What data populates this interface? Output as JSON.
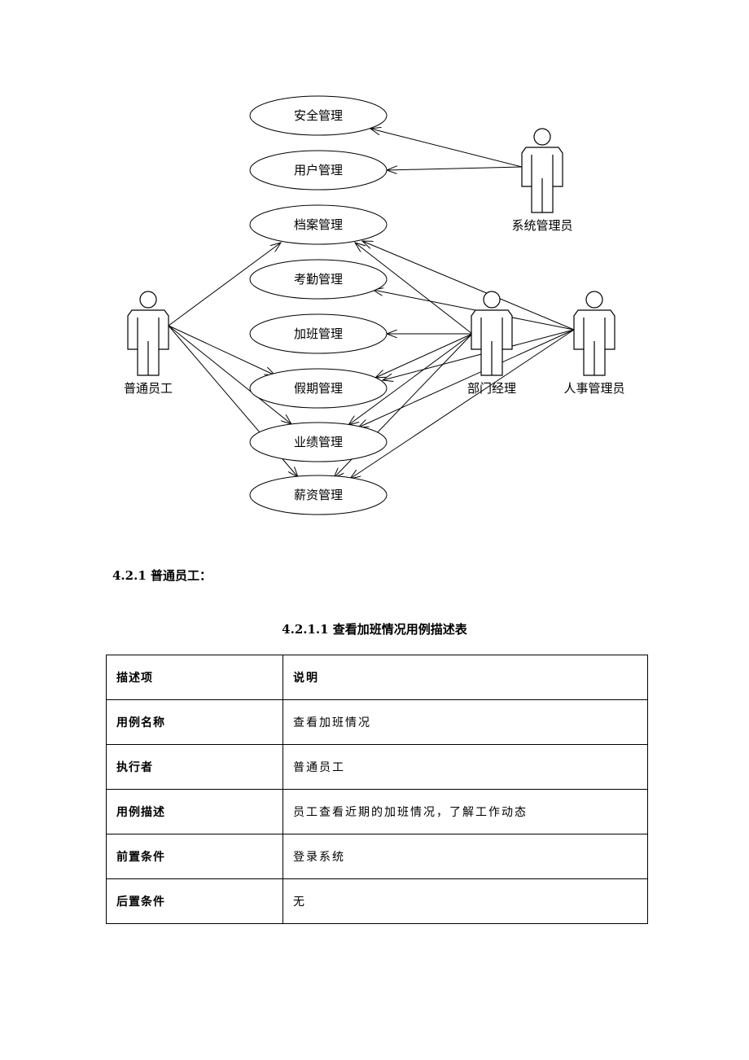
{
  "diagram": {
    "usecases": [
      {
        "id": "security",
        "label": "安全管理"
      },
      {
        "id": "user",
        "label": "用户管理"
      },
      {
        "id": "archive",
        "label": "档案管理"
      },
      {
        "id": "attendance",
        "label": "考勤管理"
      },
      {
        "id": "overtime",
        "label": "加班管理"
      },
      {
        "id": "leave",
        "label": "假期管理"
      },
      {
        "id": "performance",
        "label": "业绩管理"
      },
      {
        "id": "salary",
        "label": "薪资管理"
      }
    ],
    "actors": [
      {
        "id": "sysadmin",
        "label": "系统管理员"
      },
      {
        "id": "employee",
        "label": "普通员工"
      },
      {
        "id": "manager",
        "label": "部门经理"
      },
      {
        "id": "hr",
        "label": "人事管理员"
      }
    ],
    "associations": [
      [
        "sysadmin",
        "security"
      ],
      [
        "sysadmin",
        "user"
      ],
      [
        "employee",
        "archive"
      ],
      [
        "employee",
        "leave"
      ],
      [
        "employee",
        "performance"
      ],
      [
        "employee",
        "salary"
      ],
      [
        "manager",
        "archive"
      ],
      [
        "manager",
        "overtime"
      ],
      [
        "manager",
        "leave"
      ],
      [
        "manager",
        "performance"
      ],
      [
        "manager",
        "salary"
      ],
      [
        "hr",
        "archive"
      ],
      [
        "hr",
        "attendance"
      ],
      [
        "hr",
        "leave"
      ],
      [
        "hr",
        "performance"
      ],
      [
        "hr",
        "salary"
      ]
    ]
  },
  "section_heading": "4.2.1 普通员工：",
  "table_caption": "4.2.1.1 查看加班情况用例描述表",
  "table": {
    "rows": [
      {
        "key": "描述项",
        "value": "说明"
      },
      {
        "key": "用例名称",
        "value": "查看加班情况"
      },
      {
        "key": "执行者",
        "value": "普通员工"
      },
      {
        "key": "用例描述",
        "value": "员工查看近期的加班情况，了解工作动态"
      },
      {
        "key": "前置条件",
        "value": "登录系统"
      },
      {
        "key": "后置条件",
        "value": "无"
      }
    ]
  }
}
